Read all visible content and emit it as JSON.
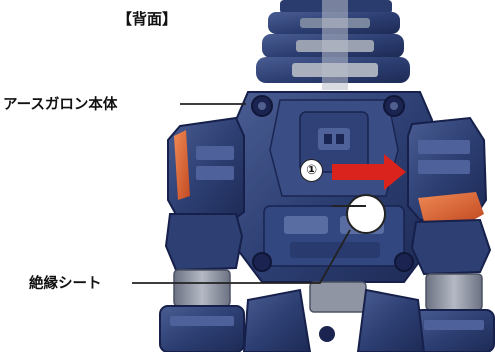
{
  "title": "【背面】",
  "callouts": {
    "body_label": "アースガロン本体",
    "sheet_label": "絶縁シート",
    "step_number": "①"
  },
  "colors": {
    "armor_dark": "#243566",
    "armor_mid": "#33467c",
    "armor_light": "#5d6f9f",
    "frame_gray": "#8f95a3",
    "accent_orange": "#e0612f",
    "arrow_red": "#d9231c",
    "leader_line": "#222222"
  },
  "icons": {
    "arrow": "right-arrow-icon",
    "circle": "insulation-sheet-circle"
  }
}
